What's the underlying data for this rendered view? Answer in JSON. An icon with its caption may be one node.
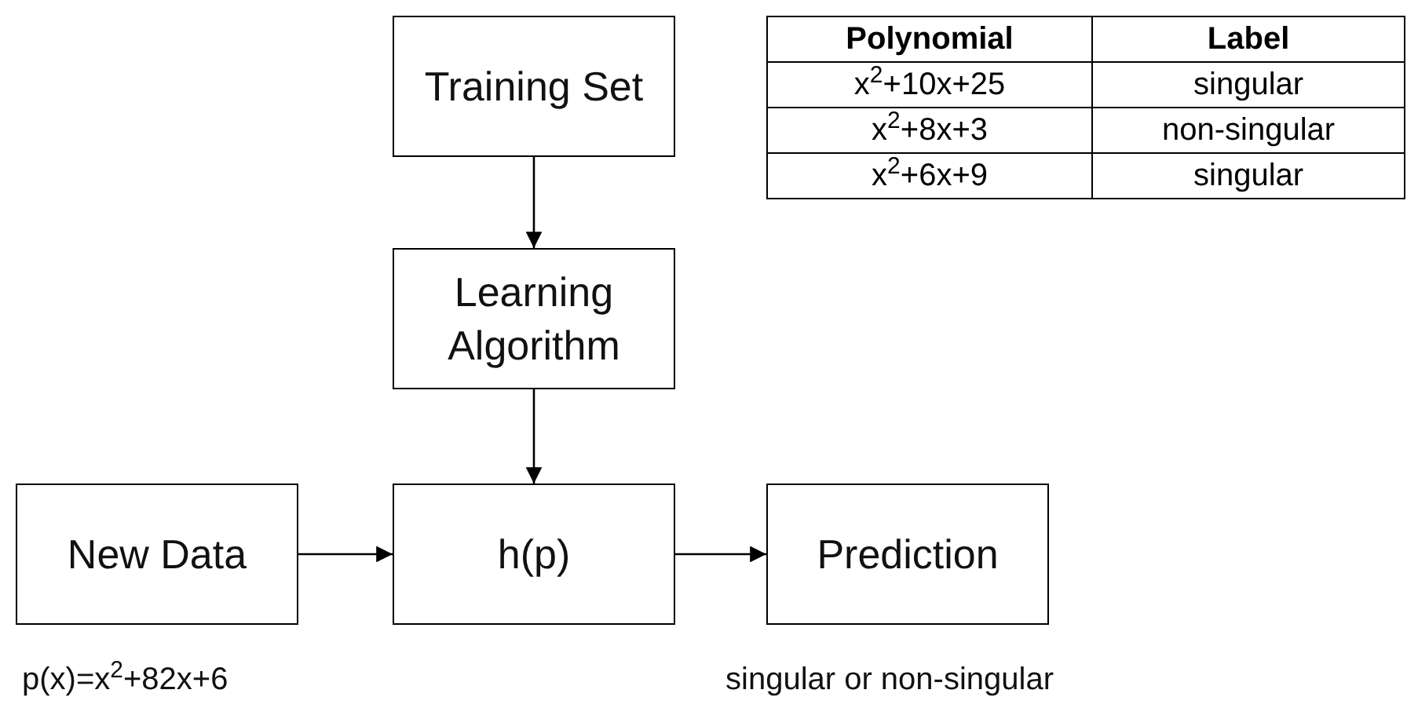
{
  "diagram": {
    "nodes": [
      {
        "text": [
          "Training Set"
        ]
      },
      {
        "text": [
          "Learning Algorithm"
        ]
      },
      {
        "text": [
          "New Data"
        ],
        "beside": [
          "p(x)=x$^{2}$+82x+6"
        ]
      },
      {
        "text": [
          "h(p)"
        ]
      },
      {
        "text": [
          "Prediction"
        ],
        "beside": [
          "singular or non-singular"
        ]
      }
    ],
    "edges": [
      {
        "from": 0,
        "to": 1,
        "arrow": "to"
      },
      {
        "from": 1,
        "to": 3,
        "arrow": "to"
      },
      {
        "from": 2,
        "to": 3,
        "arrow": "to"
      },
      {
        "from": 3,
        "to": 4,
        "arrow": "to"
      }
    ],
    "labels": [
      "Polynomial",
      "Label",
      "x$^{2}$+10x+25",
      "singular",
      "x$^{2}$+8x+3",
      "non-singular",
      "x$^{2}$+6x+9",
      "singular"
    ]
  }
}
